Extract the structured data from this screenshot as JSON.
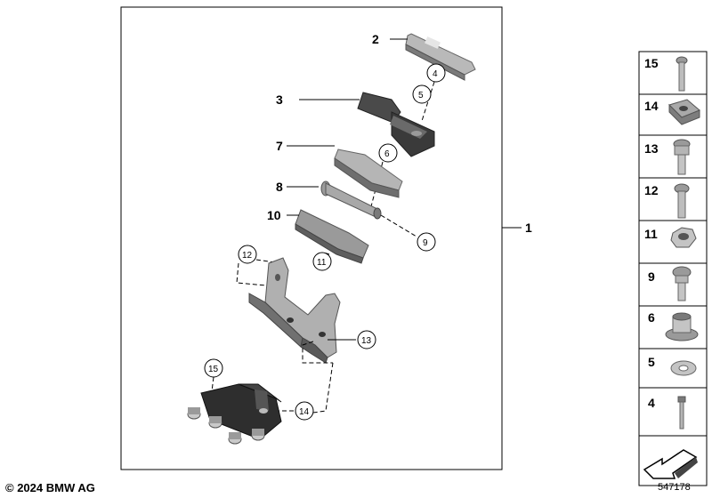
{
  "main_assembly": {
    "label": "1",
    "callouts": {
      "c2": "2",
      "c3": "3",
      "c7": "7",
      "c8": "8",
      "c10": "10"
    },
    "circled": {
      "c4": "4",
      "c5": "5",
      "c6": "6",
      "c9": "9",
      "c11": "11",
      "c12": "12",
      "c13": "13",
      "c14": "14",
      "c15": "15"
    }
  },
  "side_parts": [
    {
      "label": "15",
      "icon": "bolt-icon"
    },
    {
      "label": "14",
      "icon": "clip-nut-icon"
    },
    {
      "label": "13",
      "icon": "collar-screw-icon"
    },
    {
      "label": "12",
      "icon": "screw-icon"
    },
    {
      "label": "11",
      "icon": "hex-nut-icon"
    },
    {
      "label": "9",
      "icon": "collar-bolt-icon"
    },
    {
      "label": "6",
      "icon": "bushing-icon"
    },
    {
      "label": "5",
      "icon": "washer-icon"
    },
    {
      "label": "4",
      "icon": "pin-icon"
    }
  ],
  "footer": {
    "copyright": "© 2024 BMW AG",
    "reference": "547178"
  }
}
